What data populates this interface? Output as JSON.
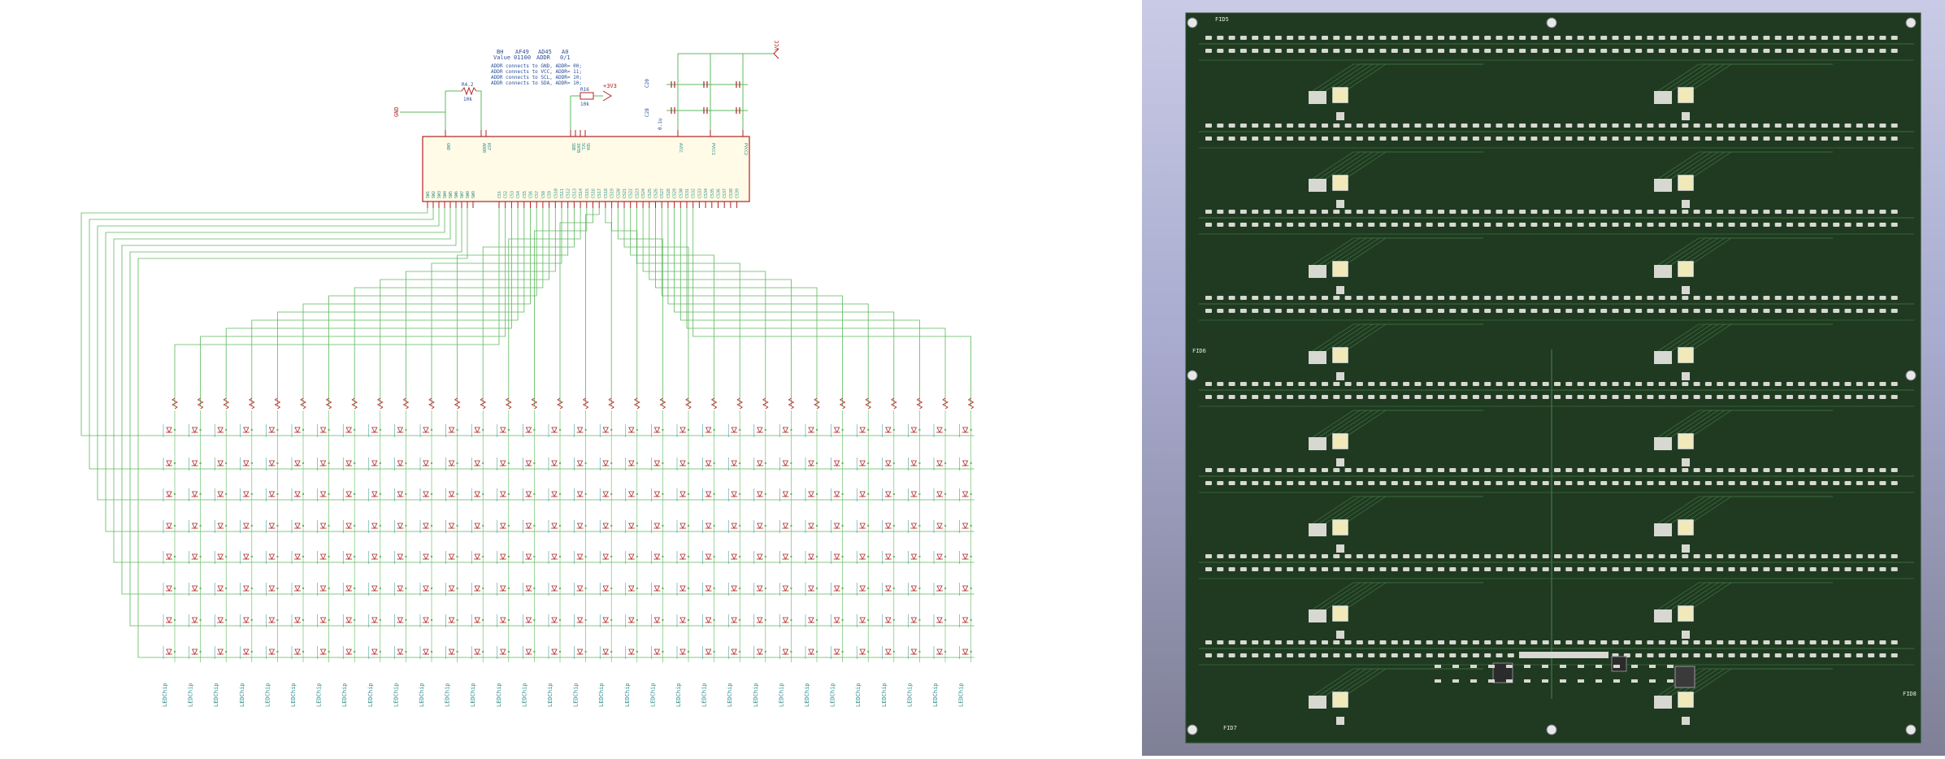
{
  "schematic": {
    "addr_table": {
      "header": [
        "BH",
        "AF49",
        "AD45",
        "A0"
      ],
      "value_label": "Value",
      "values": [
        "01100",
        "ADDR",
        "0/1"
      ],
      "notes": [
        "ADDR connects to GND, ADDR= 00;",
        "ADDR connects to VCC, ADDR= 11;",
        "ADDR connects to SCL, ADDR= 10;",
        "ADDR connects to SDA, ADDR= 10;"
      ]
    },
    "labels": {
      "gnd": "GND",
      "r_addr_ref": "R4.2",
      "r_addr_val": "10k",
      "r_sda_ref": "R16",
      "r_sda_val": "10k",
      "pwr_33": "+3V3",
      "vcc": "VCC",
      "c20": "C20",
      "c28": "C28",
      "cap_val": "0.1u",
      "pvcc": "PVCC",
      "avcc": "AVCC"
    },
    "ic_pins_top": [
      "GND",
      "ADDR",
      "RST",
      "SDB",
      "INTB",
      "SCL",
      "SDA",
      "AVCC",
      "PVCC1",
      "PVCC2"
    ],
    "sw_pins": [
      "SW1",
      "SW2",
      "SW3",
      "SW4",
      "SW5",
      "SW6",
      "SW7",
      "SW8",
      "SW9"
    ],
    "cs_pins": [
      "CS1",
      "CS2",
      "CS3",
      "CS4",
      "CS5",
      "CS6",
      "CS7",
      "CS8",
      "CS9",
      "CS10",
      "CS11",
      "CS12",
      "CS13",
      "CS14",
      "CS15",
      "CS16",
      "CS17",
      "CS18",
      "CS19",
      "CS20",
      "CS21",
      "CS22",
      "CS23",
      "CS24",
      "CS25",
      "CS26",
      "CS27",
      "CS28",
      "CS29",
      "CS30",
      "CS31",
      "CS32",
      "CS33",
      "CS34",
      "CS35",
      "CS36",
      "CS37",
      "CS38",
      "CS39"
    ],
    "column_labels": [
      "LEDChip",
      "LEDChip",
      "LEDChip",
      "LEDChip",
      "LEDChip",
      "LEDChip",
      "LEDChip",
      "LEDChip",
      "LEDChip",
      "LEDChip",
      "LEDChip",
      "LEDChip",
      "LEDChip",
      "LEDChip",
      "LEDChip",
      "LEDChip",
      "LEDChip",
      "LEDChip",
      "LEDChip",
      "LEDChip",
      "LEDChip",
      "LEDChip",
      "LEDChip",
      "LEDChip",
      "LEDChip",
      "LEDChip",
      "LEDChip",
      "LEDChip",
      "LEDChip",
      "LEDChip",
      "LEDChip",
      "LEDChip"
    ],
    "colors": {
      "wire": "#5cb85c",
      "component": "#b02222",
      "text": "#2a4f9a",
      "pin_text": "#2a8a8a"
    }
  },
  "pcb": {
    "fiducials": [
      "FID5",
      "FID6",
      "FID8",
      "FID7"
    ],
    "colors": {
      "board": "#1f3a21",
      "pad": "#d8d8d2",
      "trace": "#3f6b40",
      "silk": "#e8e8e0",
      "bg_top": "#c9cbe6",
      "bg_bottom": "#7f8096"
    }
  }
}
